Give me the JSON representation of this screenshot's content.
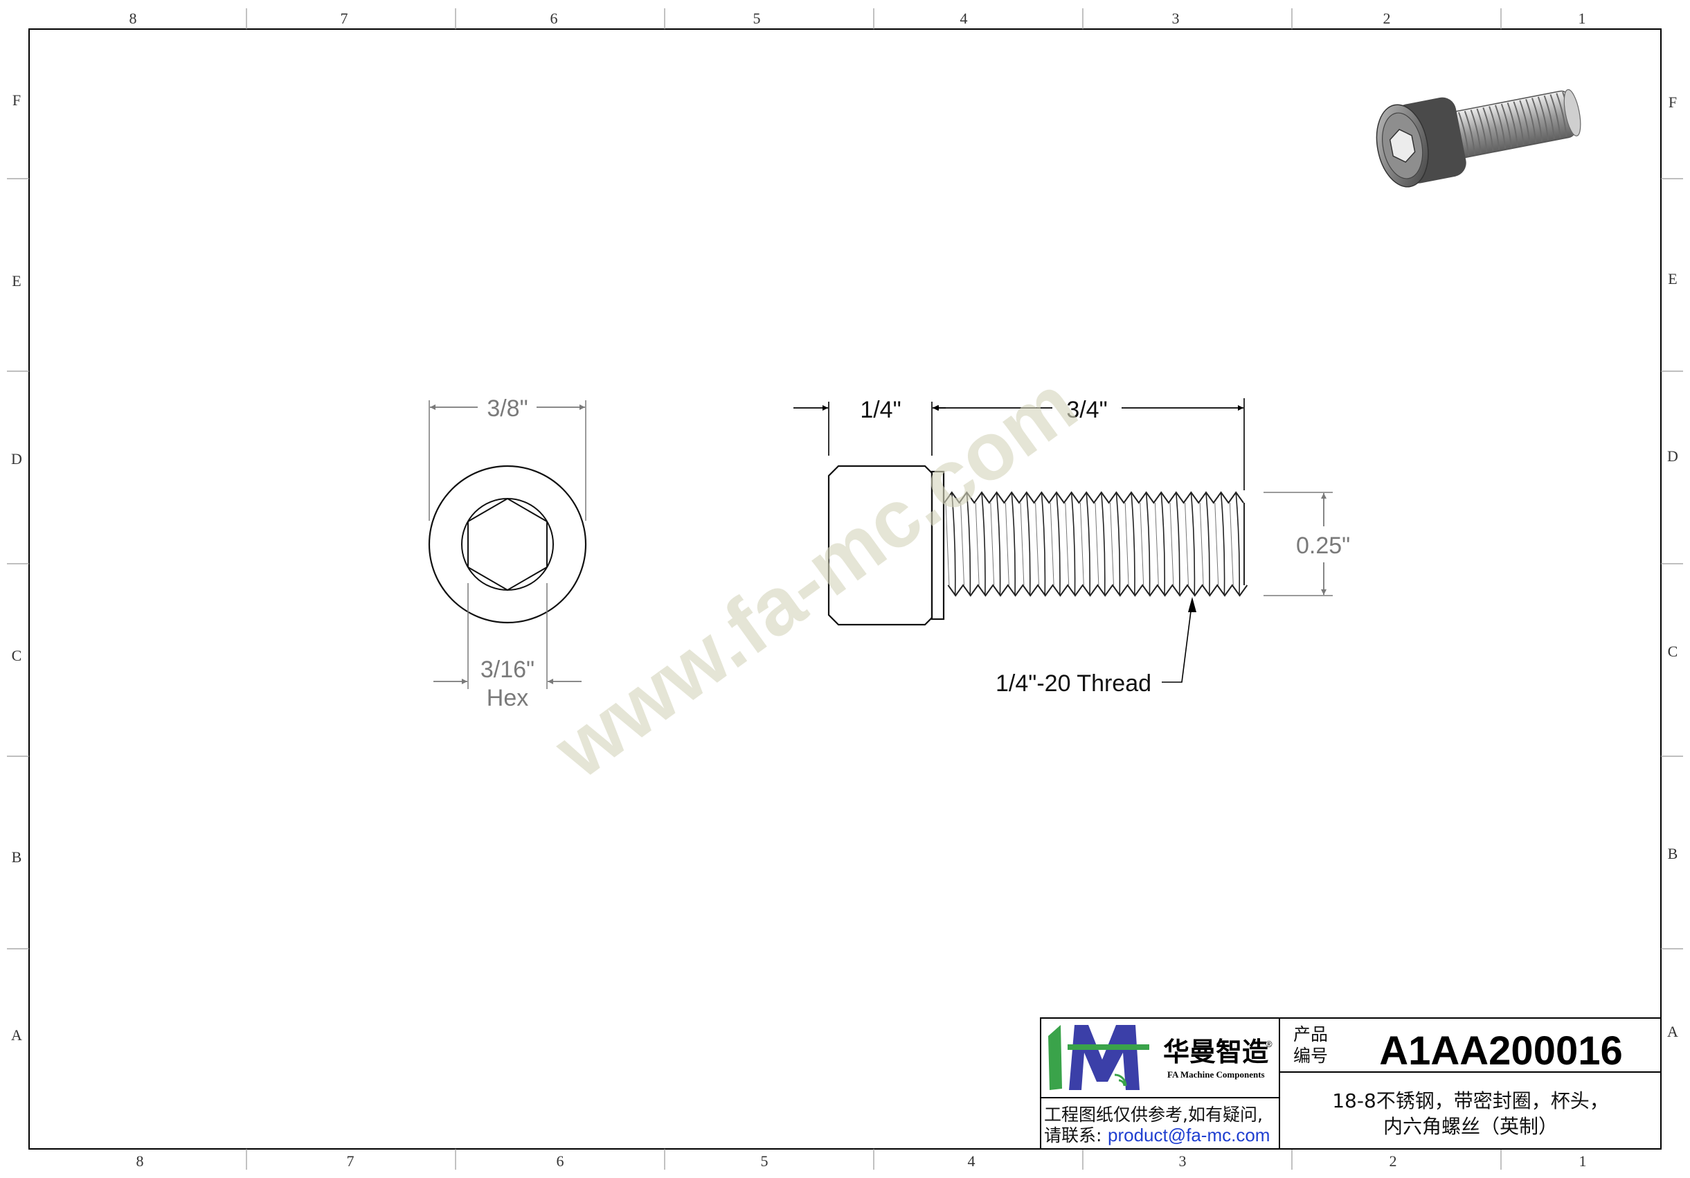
{
  "zones": {
    "columns": [
      "8",
      "7",
      "6",
      "5",
      "4",
      "3",
      "2",
      "1"
    ],
    "rows": [
      "F",
      "E",
      "D",
      "C",
      "B",
      "A"
    ]
  },
  "watermark": "www.fa-mc.com",
  "end_view": {
    "outer_diameter_label": "3/8\"",
    "hex_size_label": "3/16\"",
    "hex_label": "Hex"
  },
  "side_view": {
    "head_height_label": "1/4\"",
    "thread_length_label": "3/4\"",
    "thread_diameter_label": "0.25\"",
    "thread_callout": "1/4\"-20 Thread"
  },
  "title_block": {
    "logo": {
      "mark": "1M",
      "cn_name": "华曼智造",
      "en_name": "FA Machine Components",
      "registered": "®"
    },
    "code_label_line1": "产品",
    "code_label_line2": "编号",
    "product_code": "A1AA200016",
    "description_line1": "18-8不锈钢，带密封圈，杯头，",
    "description_line2": "内六角螺丝（英制）",
    "note_line1": "工程图纸仅供参考,如有疑问,",
    "note_line2_prefix": "请联系:",
    "contact_email": "product@fa-mc.com"
  },
  "colors": {
    "border": "#000000",
    "dimension_gray": "#7a7a7a",
    "watermark": "#d6d6bd",
    "logo_green": "#3aa34a",
    "logo_blue": "#3b3fa8",
    "email_blue": "#1f3fd0"
  }
}
